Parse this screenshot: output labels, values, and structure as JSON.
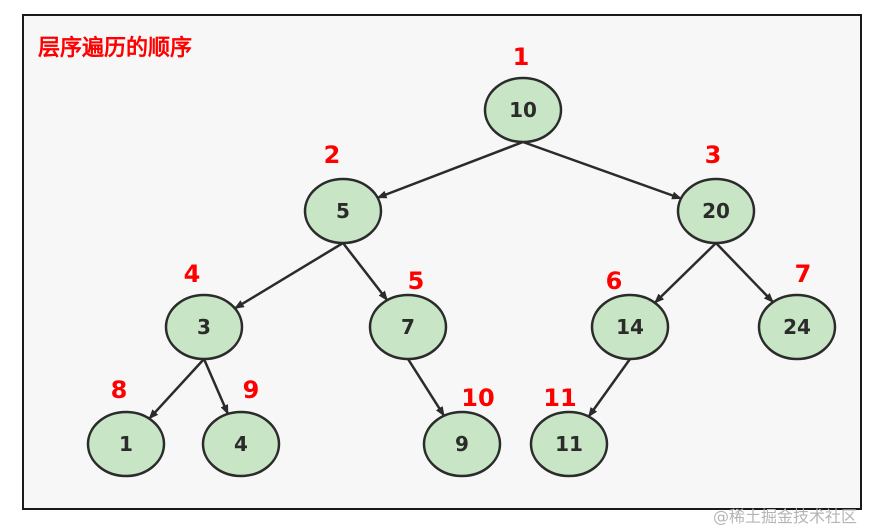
{
  "title": "层序遍历的顺序",
  "watermark": "@稀土掘金技术社区",
  "colors": {
    "node_fill": "#c8e6c5",
    "node_stroke": "#2b2b2b",
    "edge": "#2b2b2b",
    "order_label": "#ff0000",
    "title": "#ff0000",
    "frame_bg": "#f7f7f7",
    "watermark": "#b5b5b5"
  },
  "tree": {
    "nodes": [
      {
        "id": "n10",
        "value": "10",
        "order": "1"
      },
      {
        "id": "n5",
        "value": "5",
        "order": "2"
      },
      {
        "id": "n20",
        "value": "20",
        "order": "3"
      },
      {
        "id": "n3",
        "value": "3",
        "order": "4"
      },
      {
        "id": "n7",
        "value": "7",
        "order": "5"
      },
      {
        "id": "n14",
        "value": "14",
        "order": "6"
      },
      {
        "id": "n24",
        "value": "24",
        "order": "7"
      },
      {
        "id": "n1",
        "value": "1",
        "order": "8"
      },
      {
        "id": "n4",
        "value": "4",
        "order": "9"
      },
      {
        "id": "n9",
        "value": "9",
        "order": "10"
      },
      {
        "id": "n11",
        "value": "11",
        "order": "11"
      }
    ],
    "edges": [
      {
        "from": "n10",
        "to": "n5"
      },
      {
        "from": "n10",
        "to": "n20"
      },
      {
        "from": "n5",
        "to": "n3"
      },
      {
        "from": "n5",
        "to": "n7"
      },
      {
        "from": "n20",
        "to": "n14"
      },
      {
        "from": "n20",
        "to": "n24"
      },
      {
        "from": "n3",
        "to": "n1"
      },
      {
        "from": "n3",
        "to": "n4"
      },
      {
        "from": "n7",
        "to": "n9"
      },
      {
        "from": "n14",
        "to": "n11"
      }
    ]
  }
}
